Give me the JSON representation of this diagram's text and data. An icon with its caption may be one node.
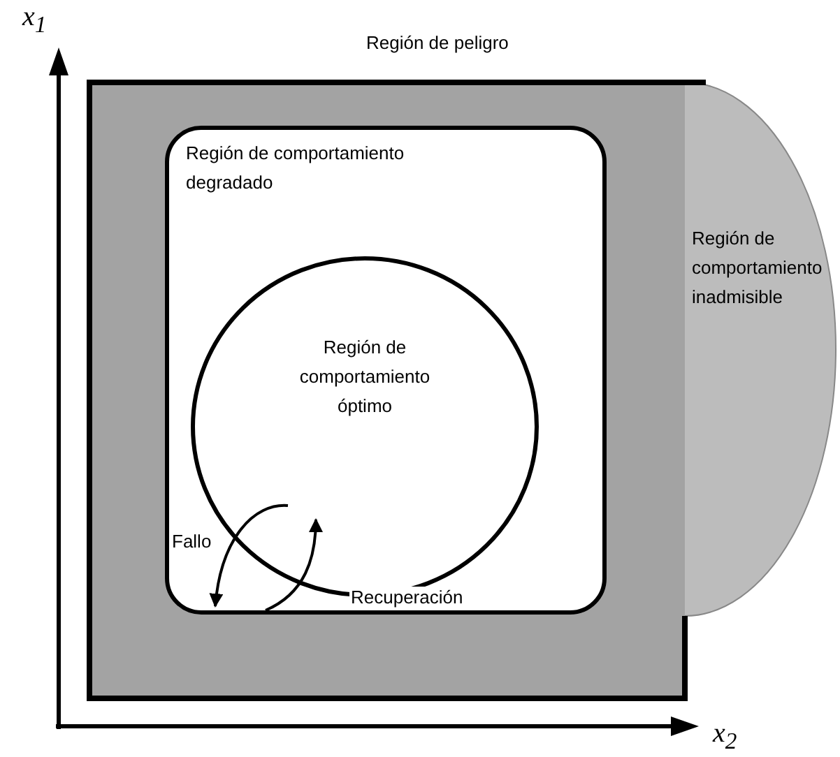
{
  "diagram": {
    "nodes": [
      {
        "text": [
          "Región de peligro",
          "Región de comportamiento inadmisible"
        ]
      },
      {
        "text": [
          "Región de comportamiento degradado"
        ],
        "in": 0
      },
      {
        "text": [
          "Región de comportamiento óptimo"
        ],
        "in": 1
      }
    ],
    "edges": [
      {
        "from": 2,
        "to": 1,
        "arrow": "to",
        "label": "Fallo"
      },
      {
        "from": 1,
        "to": 2,
        "arrow": "to",
        "label": "Recuperación"
      }
    ],
    "labels": [
      "x$_{1}$",
      "x$_{2}$"
    ]
  }
}
